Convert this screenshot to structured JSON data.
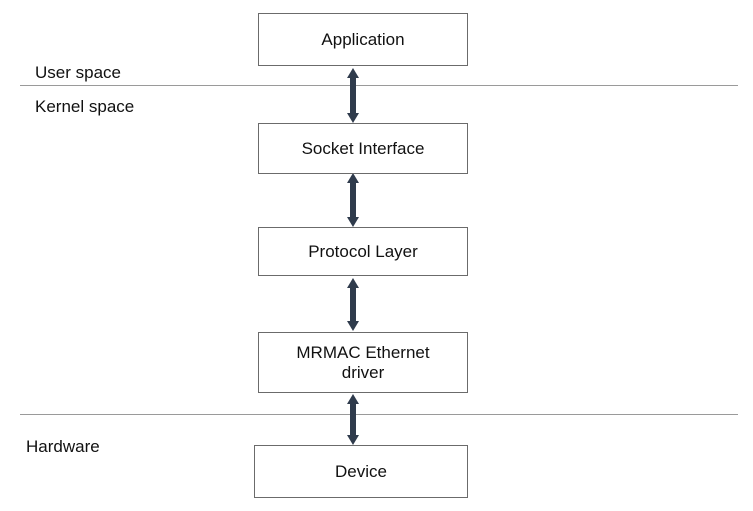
{
  "zones": {
    "user_space": "User space",
    "kernel_space": "Kernel space",
    "hardware": "Hardware"
  },
  "layers": {
    "application": "Application",
    "socket_interface": "Socket Interface",
    "protocol_layer": "Protocol Layer",
    "driver_line1": "MRMAC Ethernet",
    "driver_line2": "driver",
    "device": "Device"
  },
  "colors": {
    "box_border": "#6b6b6b",
    "separator": "#9a9a9a",
    "arrow": "#2f3b4c"
  }
}
